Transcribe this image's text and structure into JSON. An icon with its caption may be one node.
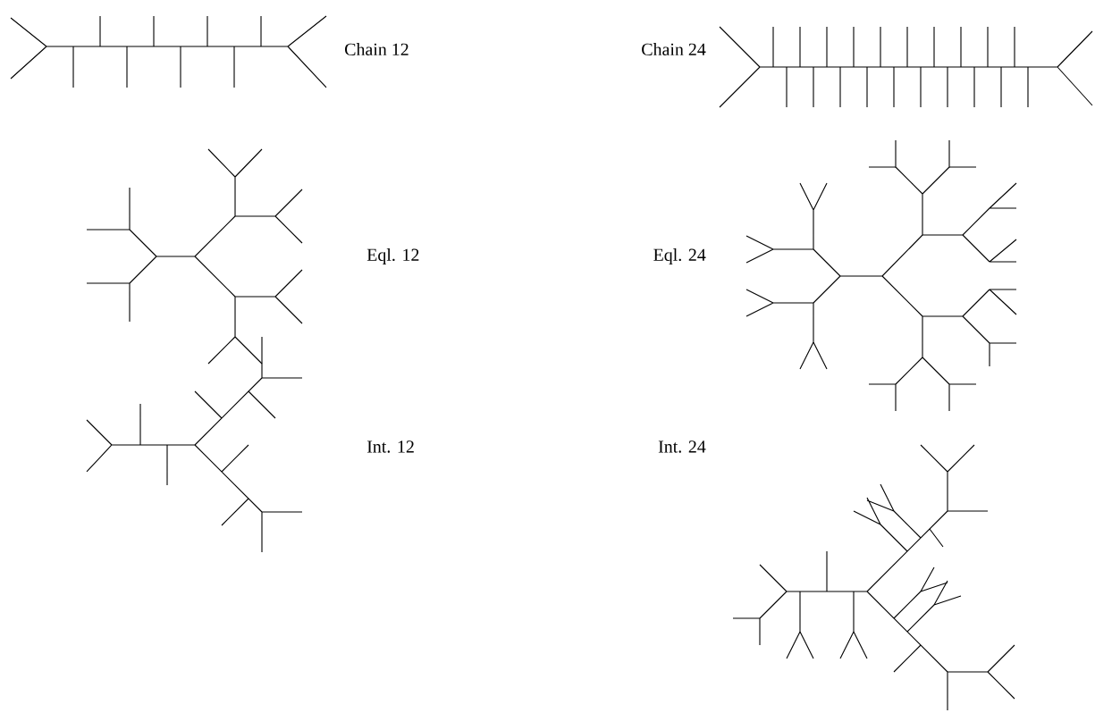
{
  "diagram": {
    "labels": [
      "Chain 12",
      "Chain 24",
      "Eql. 12",
      "Eql. 24",
      "Int. 12",
      "Int. 24"
    ]
  }
}
